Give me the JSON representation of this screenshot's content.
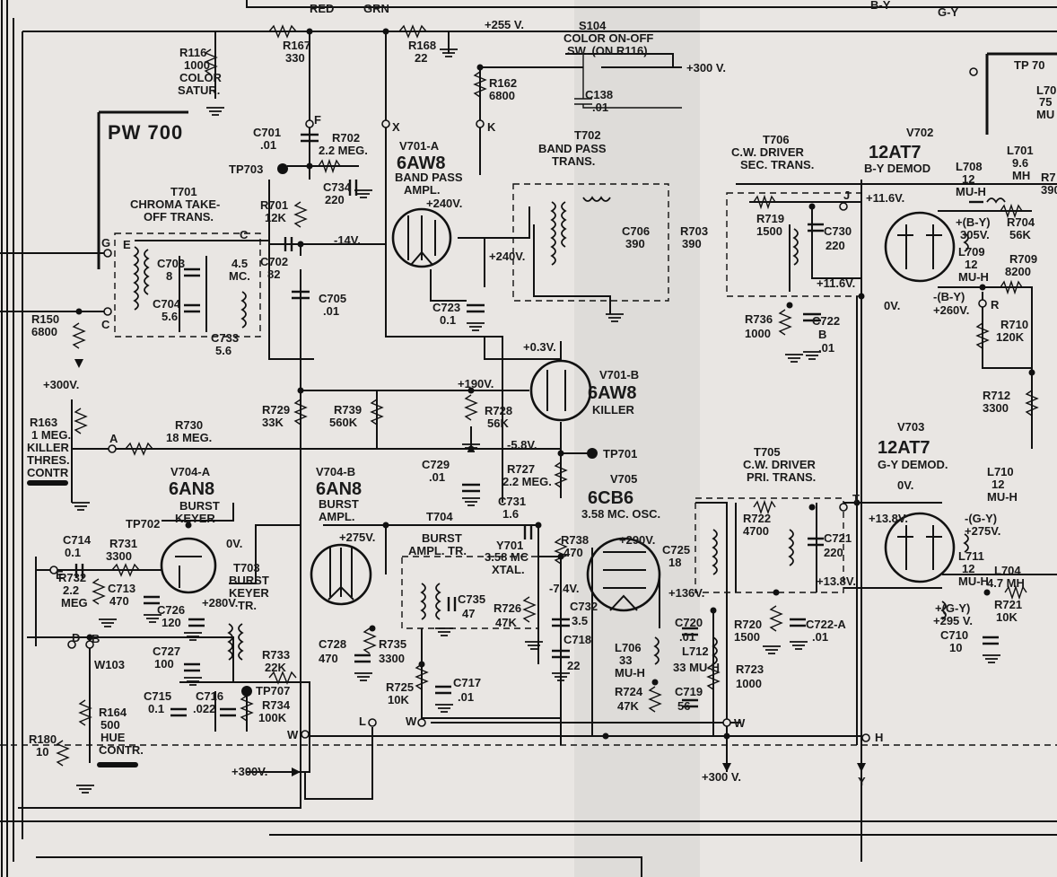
{
  "texts": [
    {
      "id": "red",
      "t": "RED"
    },
    {
      "id": "grn",
      "t": "GRN"
    },
    {
      "id": "by-top",
      "t": "B-Y"
    },
    {
      "id": "gy-top",
      "t": "G-Y"
    },
    {
      "id": "v255",
      "t": "+255 V."
    },
    {
      "id": "s104a",
      "t": "S104"
    },
    {
      "id": "s104b",
      "t": "COLOR ON-OFF"
    },
    {
      "id": "s104c",
      "t": "SW. (ON R116)"
    },
    {
      "id": "v300a",
      "t": "+300 V."
    },
    {
      "id": "r116",
      "t": "R116"
    },
    {
      "id": "r116v",
      "t": "1000"
    },
    {
      "id": "r116n1",
      "t": "COLOR"
    },
    {
      "id": "r116n2",
      "t": "SATUR."
    },
    {
      "id": "r167",
      "t": "R167"
    },
    {
      "id": "r167v",
      "t": "330"
    },
    {
      "id": "r168",
      "t": "R168"
    },
    {
      "id": "r168v",
      "t": "22"
    },
    {
      "id": "r162",
      "t": "R162"
    },
    {
      "id": "r162v",
      "t": "6800"
    },
    {
      "id": "c138",
      "t": "C138"
    },
    {
      "id": "c138v",
      "t": ".01"
    },
    {
      "id": "tp70x",
      "t": "TP 70"
    },
    {
      "id": "l70x",
      "t": "L70"
    },
    {
      "id": "l70v",
      "t": "75"
    },
    {
      "id": "l70m",
      "t": "MU"
    },
    {
      "id": "pw700",
      "t": "PW 700"
    },
    {
      "id": "c701",
      "t": "C701"
    },
    {
      "id": "c701v",
      "t": ".01"
    },
    {
      "id": "r702",
      "t": "R702"
    },
    {
      "id": "r702v",
      "t": "2.2 MEG."
    },
    {
      "id": "tp703",
      "t": "TP703"
    },
    {
      "id": "c734",
      "t": "C734"
    },
    {
      "id": "c734v",
      "t": "220"
    },
    {
      "id": "t701a",
      "t": "T701"
    },
    {
      "id": "t701b",
      "t": "CHROMA TAKE-"
    },
    {
      "id": "t701c",
      "t": "OFF TRANS."
    },
    {
      "id": "r701",
      "t": "R701"
    },
    {
      "id": "r701v",
      "t": "12K"
    },
    {
      "id": "v701a",
      "t": "V701-A"
    },
    {
      "id": "v701at",
      "t": "6AW8"
    },
    {
      "id": "v701ad1",
      "t": "BAND PASS"
    },
    {
      "id": "v701ad2",
      "t": "AMPL."
    },
    {
      "id": "v240",
      "t": "+240V."
    },
    {
      "id": "v240b",
      "t": "+240V."
    },
    {
      "id": "t702a",
      "t": "T702"
    },
    {
      "id": "t702b",
      "t": "BAND PASS"
    },
    {
      "id": "t702c",
      "t": "TRANS."
    },
    {
      "id": "c706",
      "t": "C706"
    },
    {
      "id": "c706v",
      "t": "390"
    },
    {
      "id": "r703",
      "t": "R703"
    },
    {
      "id": "r703v",
      "t": "390"
    },
    {
      "id": "t706a",
      "t": "T706"
    },
    {
      "id": "t706b",
      "t": "C.W. DRIVER"
    },
    {
      "id": "t706c",
      "t": "SEC. TRANS."
    },
    {
      "id": "v702",
      "t": "V702"
    },
    {
      "id": "v702t",
      "t": "12AT7"
    },
    {
      "id": "v702d",
      "t": "B-Y DEMOD"
    },
    {
      "id": "l701",
      "t": "L701"
    },
    {
      "id": "l701v",
      "t": "9.6"
    },
    {
      "id": "l701m",
      "t": "MH"
    },
    {
      "id": "l708",
      "t": "L708"
    },
    {
      "id": "l708v",
      "t": "12"
    },
    {
      "id": "l708m",
      "t": "MU-H"
    },
    {
      "id": "r7a",
      "t": "R7"
    },
    {
      "id": "r7av",
      "t": "390"
    },
    {
      "id": "v116",
      "t": "+11.6V."
    },
    {
      "id": "v116b",
      "t": "+11.6V."
    },
    {
      "id": "r719",
      "t": "R719"
    },
    {
      "id": "r719v",
      "t": "1500"
    },
    {
      "id": "c730",
      "t": "C730"
    },
    {
      "id": "c730v",
      "t": "220"
    },
    {
      "id": "by305",
      "t": "+(B-Y)"
    },
    {
      "id": "by305v",
      "t": "305V."
    },
    {
      "id": "r704",
      "t": "R704"
    },
    {
      "id": "r704v",
      "t": "56K"
    },
    {
      "id": "l709",
      "t": "L709"
    },
    {
      "id": "l709v",
      "t": "12"
    },
    {
      "id": "l709m",
      "t": "MU-H"
    },
    {
      "id": "r709",
      "t": "R709"
    },
    {
      "id": "r709v",
      "t": "8200"
    },
    {
      "id": "g",
      "t": "G"
    },
    {
      "id": "e1",
      "t": "E"
    },
    {
      "id": "c1",
      "t": "C"
    },
    {
      "id": "c703",
      "t": "C703"
    },
    {
      "id": "c703v",
      "t": "8"
    },
    {
      "id": "mc45",
      "t": "4.5"
    },
    {
      "id": "mc45u",
      "t": "MC."
    },
    {
      "id": "c702",
      "t": "C702"
    },
    {
      "id": "c702v",
      "t": "82"
    },
    {
      "id": "v14",
      "t": "-14V."
    },
    {
      "id": "c705",
      "t": "C705"
    },
    {
      "id": "c705v",
      "t": ".01"
    },
    {
      "id": "c704",
      "t": "C704"
    },
    {
      "id": "c704v",
      "t": "5.6"
    },
    {
      "id": "c733",
      "t": "C733"
    },
    {
      "id": "c733v",
      "t": "5.6"
    },
    {
      "id": "c723",
      "t": "C723"
    },
    {
      "id": "c723v",
      "t": "0.1"
    },
    {
      "id": "ov1",
      "t": "0V."
    },
    {
      "id": "by260",
      "t": "-(B-Y)"
    },
    {
      "id": "by260v",
      "t": "+260V."
    },
    {
      "id": "r150",
      "t": "R150"
    },
    {
      "id": "r150v",
      "t": "6800"
    },
    {
      "id": "r736",
      "t": "R736"
    },
    {
      "id": "r736v",
      "t": "1000"
    },
    {
      "id": "c722",
      "t": "C722"
    },
    {
      "id": "c722b",
      "t": "B"
    },
    {
      "id": "c722v",
      "t": ".01"
    },
    {
      "id": "r710",
      "t": "R710"
    },
    {
      "id": "r710v",
      "t": "120K"
    },
    {
      "id": "v300b",
      "t": "+300V."
    },
    {
      "id": "v03",
      "t": "+0.3V."
    },
    {
      "id": "v701b",
      "t": "V701-B"
    },
    {
      "id": "v701bt",
      "t": "6AW8"
    },
    {
      "id": "killer",
      "t": "KILLER"
    },
    {
      "id": "v190",
      "t": "+190V."
    },
    {
      "id": "r729",
      "t": "R729"
    },
    {
      "id": "r729v",
      "t": "33K"
    },
    {
      "id": "r739",
      "t": "R739"
    },
    {
      "id": "r739v",
      "t": "560K"
    },
    {
      "id": "r728",
      "t": "R728"
    },
    {
      "id": "r728v",
      "t": "56K"
    },
    {
      "id": "r712",
      "t": "R712"
    },
    {
      "id": "r712v",
      "t": "3300"
    },
    {
      "id": "r163",
      "t": "R163"
    },
    {
      "id": "r163v",
      "t": "1 MEG."
    },
    {
      "id": "r163n1",
      "t": "KILLER"
    },
    {
      "id": "r163n2",
      "t": "THRES."
    },
    {
      "id": "r163n3",
      "t": "CONTR"
    },
    {
      "id": "r730",
      "t": "R730"
    },
    {
      "id": "r730v",
      "t": "18 MEG."
    },
    {
      "id": "ptA",
      "t": "A"
    },
    {
      "id": "v58",
      "t": "-5.8V."
    },
    {
      "id": "tp701",
      "t": "TP701"
    },
    {
      "id": "c729",
      "t": "C729"
    },
    {
      "id": "c729v",
      "t": ".01"
    },
    {
      "id": "r727",
      "t": "R727"
    },
    {
      "id": "r727v",
      "t": "2.2 MEG."
    },
    {
      "id": "v705",
      "t": "V705"
    },
    {
      "id": "v705t",
      "t": "6CB6"
    },
    {
      "id": "v705d",
      "t": "3.58 MC. OSC."
    },
    {
      "id": "t705a",
      "t": "T705"
    },
    {
      "id": "t705b",
      "t": "C.W. DRIVER"
    },
    {
      "id": "t705c",
      "t": "PRI. TRANS."
    },
    {
      "id": "v703",
      "t": "V703"
    },
    {
      "id": "v703t",
      "t": "12AT7"
    },
    {
      "id": "v703d",
      "t": "G-Y DEMOD."
    },
    {
      "id": "ov2",
      "t": "0V."
    },
    {
      "id": "v704a",
      "t": "V704-A"
    },
    {
      "id": "v704at",
      "t": "6AN8"
    },
    {
      "id": "v704ad1",
      "t": "BURST"
    },
    {
      "id": "v704ad2",
      "t": "KEYER"
    },
    {
      "id": "v704b",
      "t": "V704-B"
    },
    {
      "id": "v704bt",
      "t": "6AN8"
    },
    {
      "id": "v704bd1",
      "t": "BURST"
    },
    {
      "id": "v704bd2",
      "t": "AMPL."
    },
    {
      "id": "c731",
      "t": "C731"
    },
    {
      "id": "c731v",
      "t": "1.6"
    },
    {
      "id": "t704a",
      "t": "T704"
    },
    {
      "id": "t704b",
      "t": "BURST"
    },
    {
      "id": "t704c",
      "t": "AMPL. TR."
    },
    {
      "id": "l710",
      "t": "L710"
    },
    {
      "id": "l710v",
      "t": "12"
    },
    {
      "id": "l710m",
      "t": "MU-H"
    },
    {
      "id": "gy275",
      "t": "-(G-Y)"
    },
    {
      "id": "gy275v",
      "t": "+275V."
    },
    {
      "id": "r722",
      "t": "R722"
    },
    {
      "id": "r722v",
      "t": "4700"
    },
    {
      "id": "c721",
      "t": "C721"
    },
    {
      "id": "c721v",
      "t": "220"
    },
    {
      "id": "v138",
      "t": "+13.8V."
    },
    {
      "id": "v138b",
      "t": "+13.8V."
    },
    {
      "id": "tp702",
      "t": "TP702"
    },
    {
      "id": "c714",
      "t": "C714"
    },
    {
      "id": "c714v",
      "t": "0.1"
    },
    {
      "id": "r731",
      "t": "R731"
    },
    {
      "id": "r731v",
      "t": "3300"
    },
    {
      "id": "ov3",
      "t": "0V."
    },
    {
      "id": "v275",
      "t": "+275V."
    },
    {
      "id": "y701a",
      "t": "Y701"
    },
    {
      "id": "y701b",
      "t": "3.58 MC"
    },
    {
      "id": "y701c",
      "t": "XTAL."
    },
    {
      "id": "r738",
      "t": "R738"
    },
    {
      "id": "r738v",
      "t": "470"
    },
    {
      "id": "v290",
      "t": "+290V."
    },
    {
      "id": "c725",
      "t": "C725"
    },
    {
      "id": "c725v",
      "t": "18"
    },
    {
      "id": "l711",
      "t": "L711"
    },
    {
      "id": "l711v",
      "t": "12"
    },
    {
      "id": "l711m",
      "t": "MU-H"
    },
    {
      "id": "l704",
      "t": "L704"
    },
    {
      "id": "l704v",
      "t": "4.7 MH"
    },
    {
      "id": "r732",
      "t": "R732"
    },
    {
      "id": "r732v",
      "t": "2.2"
    },
    {
      "id": "r732m",
      "t": "MEG"
    },
    {
      "id": "c713",
      "t": "C713"
    },
    {
      "id": "c713v",
      "t": "470"
    },
    {
      "id": "c726",
      "t": "C726"
    },
    {
      "id": "c726v",
      "t": "120"
    },
    {
      "id": "v280",
      "t": "+280V."
    },
    {
      "id": "t703a",
      "t": "T703"
    },
    {
      "id": "t703b",
      "t": "BURST"
    },
    {
      "id": "t703c",
      "t": "KEYER"
    },
    {
      "id": "t703d",
      "t": "TR."
    },
    {
      "id": "c735",
      "t": "C735"
    },
    {
      "id": "c735v",
      "t": "47"
    },
    {
      "id": "r726",
      "t": "R726"
    },
    {
      "id": "r726v",
      "t": "47K"
    },
    {
      "id": "c732",
      "t": "C732"
    },
    {
      "id": "c732v",
      "t": "3.5"
    },
    {
      "id": "v74",
      "t": "-7.4V."
    },
    {
      "id": "v136",
      "t": "+136V."
    },
    {
      "id": "r720",
      "t": "R720"
    },
    {
      "id": "r720v",
      "t": "1500"
    },
    {
      "id": "c722a",
      "t": "C722-A"
    },
    {
      "id": "c722av",
      "t": ".01"
    },
    {
      "id": "gy295",
      "t": "+(G-Y)"
    },
    {
      "id": "gy295v",
      "t": "+295 V."
    },
    {
      "id": "r721",
      "t": "R721"
    },
    {
      "id": "r721v",
      "t": "10K"
    },
    {
      "id": "c710",
      "t": "C710"
    },
    {
      "id": "c710v",
      "t": "10"
    },
    {
      "id": "c720",
      "t": "C720"
    },
    {
      "id": "c720v",
      "t": ".01"
    },
    {
      "id": "c727",
      "t": "C727"
    },
    {
      "id": "c727v",
      "t": "100"
    },
    {
      "id": "r733",
      "t": "R733"
    },
    {
      "id": "r733v",
      "t": "22K"
    },
    {
      "id": "c728",
      "t": "C728"
    },
    {
      "id": "c728v",
      "t": "470"
    },
    {
      "id": "r735",
      "t": "R735"
    },
    {
      "id": "r735v",
      "t": "3300"
    },
    {
      "id": "c718",
      "t": "C718"
    },
    {
      "id": "c718v",
      "t": "22"
    },
    {
      "id": "l706",
      "t": "L706"
    },
    {
      "id": "l706v",
      "t": "33"
    },
    {
      "id": "l706m",
      "t": "MU-H"
    },
    {
      "id": "l712",
      "t": "L712"
    },
    {
      "id": "l712v",
      "t": "33 MU-H"
    },
    {
      "id": "r723",
      "t": "R723"
    },
    {
      "id": "r723v",
      "t": "1000"
    },
    {
      "id": "w103",
      "t": "W103"
    },
    {
      "id": "c715",
      "t": "C715"
    },
    {
      "id": "c715v",
      "t": "0.1"
    },
    {
      "id": "c716",
      "t": "C716"
    },
    {
      "id": "c716v",
      "t": ".022"
    },
    {
      "id": "tp707",
      "t": "TP707"
    },
    {
      "id": "r734",
      "t": "R734"
    },
    {
      "id": "r734v",
      "t": "100K"
    },
    {
      "id": "r725",
      "t": "R725"
    },
    {
      "id": "r725v",
      "t": "10K"
    },
    {
      "id": "c717",
      "t": "C717"
    },
    {
      "id": "c717v",
      "t": ".01"
    },
    {
      "id": "r724",
      "t": "R724"
    },
    {
      "id": "r724v",
      "t": "47K"
    },
    {
      "id": "c719",
      "t": "C719"
    },
    {
      "id": "c719v",
      "t": "56"
    },
    {
      "id": "r164",
      "t": "R164"
    },
    {
      "id": "r164v",
      "t": "500"
    },
    {
      "id": "r164n1",
      "t": "HUE"
    },
    {
      "id": "r164n2",
      "t": "CONTR."
    },
    {
      "id": "r180",
      "t": "R180"
    },
    {
      "id": "r180v",
      "t": "10"
    },
    {
      "id": "v300c",
      "t": "+300V."
    },
    {
      "id": "v300d",
      "t": "+300 V."
    },
    {
      "id": "ptH",
      "t": "H"
    },
    {
      "id": "ptY",
      "t": "Y"
    },
    {
      "id": "ptW1",
      "t": "W"
    },
    {
      "id": "ptW2",
      "t": "W"
    },
    {
      "id": "ptW3",
      "t": "W"
    },
    {
      "id": "ptL",
      "t": "L"
    },
    {
      "id": "ptF",
      "t": "F"
    },
    {
      "id": "ptX",
      "t": "X"
    },
    {
      "id": "ptK",
      "t": "K"
    },
    {
      "id": "ptE",
      "t": "E"
    },
    {
      "id": "ptC2",
      "t": "C"
    },
    {
      "id": "ptD1",
      "t": "D"
    },
    {
      "id": "ptB1",
      "t": "B"
    },
    {
      "id": "ptJ",
      "t": "J"
    },
    {
      "id": "ptR",
      "t": "R"
    },
    {
      "id": "ptT",
      "t": "T"
    }
  ]
}
